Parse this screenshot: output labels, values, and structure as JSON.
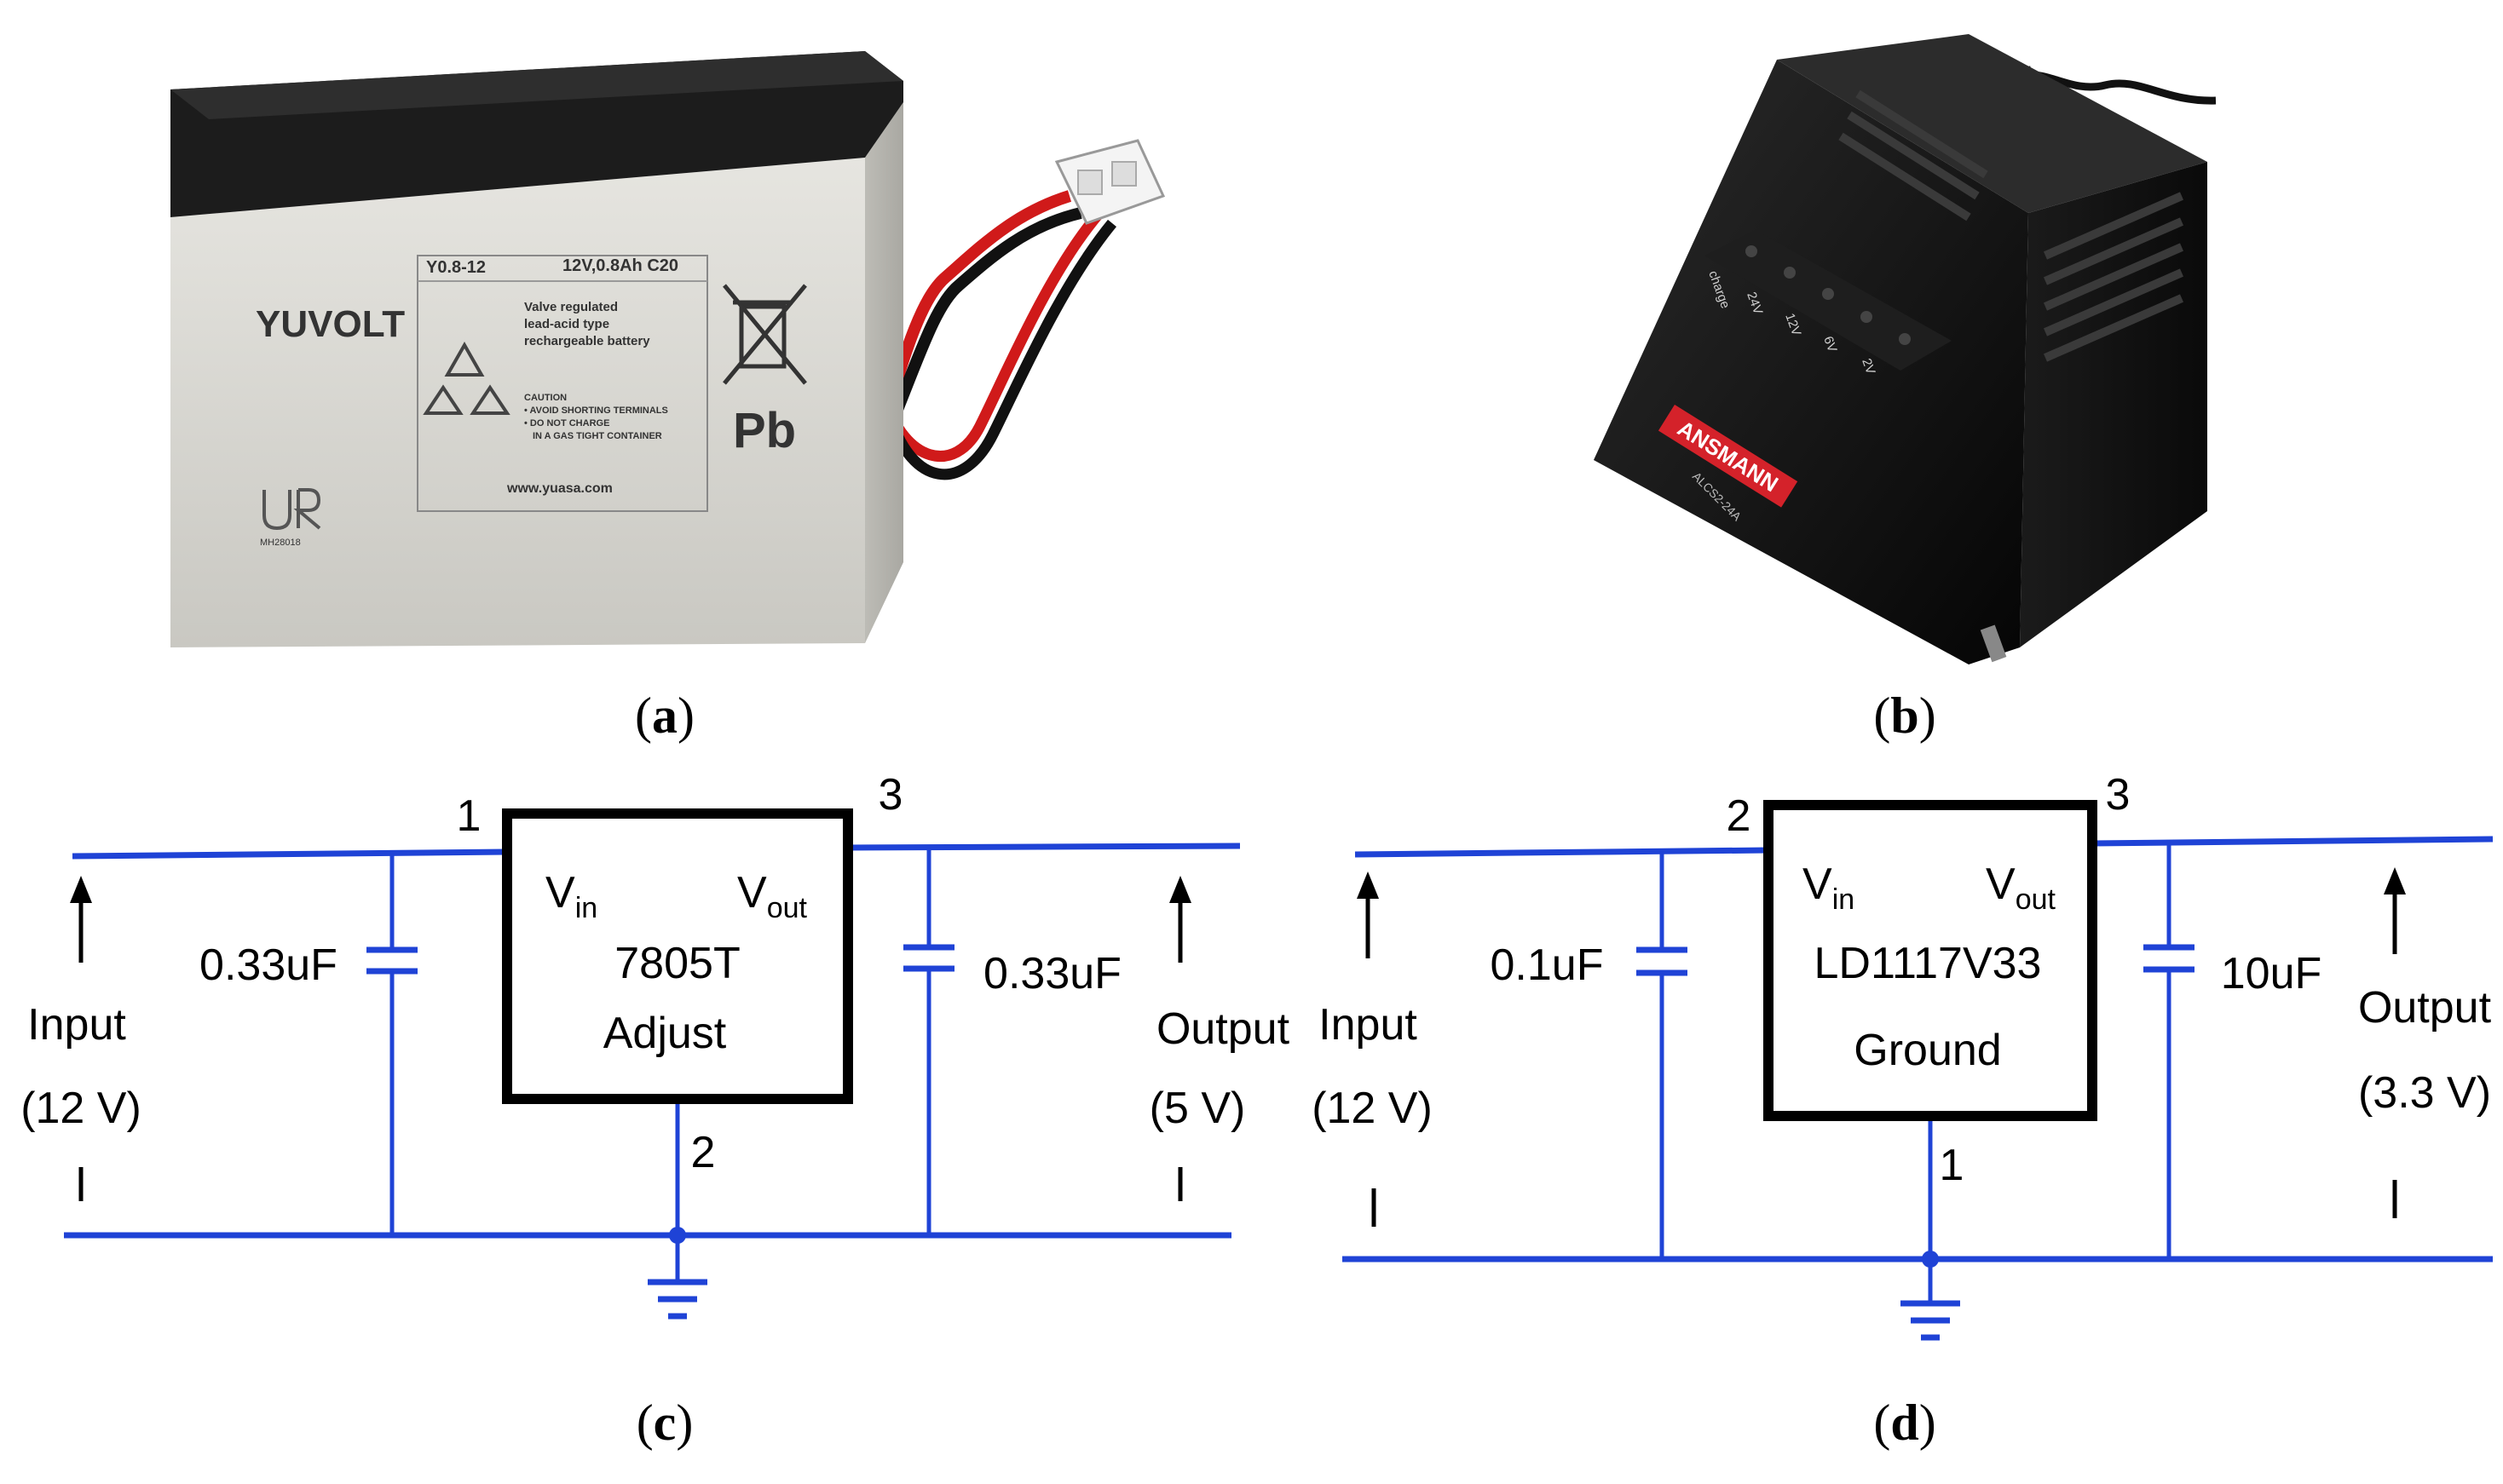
{
  "panels": {
    "a": {
      "caption_open": "(",
      "caption_letter": "a",
      "caption_close": ")",
      "battery": {
        "brand": "YUVOLT",
        "model": "Y0.8-12",
        "rating": "12V,0.8Ah C20",
        "desc1": "Valve regulated",
        "desc2": "lead-acid type",
        "desc3": "rechargeable battery",
        "caution_title": "CAUTION",
        "caution1": "• AVOID SHORTING TERMINALS",
        "caution2": "• DO NOT CHARGE",
        "caution3": "IN A GAS TIGHT CONTAINER",
        "chem": "Pb",
        "url": "www.yuasa.com",
        "cert": "MH28018"
      }
    },
    "b": {
      "caption_open": "(",
      "caption_letter": "b",
      "caption_close": ")",
      "charger": {
        "brand": "ANSMANN",
        "model": "ALCS2-24A",
        "led_labels": [
          "charge",
          "24V",
          "12V",
          "6V",
          "2V"
        ]
      }
    },
    "c": {
      "caption_open": "(",
      "caption_letter": "c",
      "caption_close": ")",
      "regulator": {
        "vin_main": "V",
        "vin_sub": "in",
        "vout_main": "V",
        "vout_sub": "out",
        "part": "7805T",
        "pin_label": "Adjust"
      },
      "pins": {
        "left": "1",
        "right": "3",
        "bottom": "2"
      },
      "cap_in": "0.33uF",
      "cap_out": "0.33uF",
      "input_label": "Input",
      "input_voltage": "(12 V)",
      "output_label": "Output",
      "output_voltage": "(5 V)"
    },
    "d": {
      "caption_open": "(",
      "caption_letter": "d",
      "caption_close": ")",
      "regulator": {
        "vin_main": "V",
        "vin_sub": "in",
        "vout_main": "V",
        "vout_sub": "out",
        "part": "LD1117V33",
        "pin_label": "Ground"
      },
      "pins": {
        "left": "2",
        "right": "3",
        "bottom": "1"
      },
      "cap_in": "0.1uF",
      "cap_out": "10uF",
      "input_label": "Input",
      "input_voltage": "(12 V)",
      "output_label": "Output",
      "output_voltage": "(3.3 V)"
    }
  },
  "colors": {
    "wire": "#1f43d6",
    "battery_body": "#d9d8d2",
    "battery_lid": "#1c1c1c",
    "charger_body": "#141414",
    "charger_brand": "#d4222a"
  }
}
